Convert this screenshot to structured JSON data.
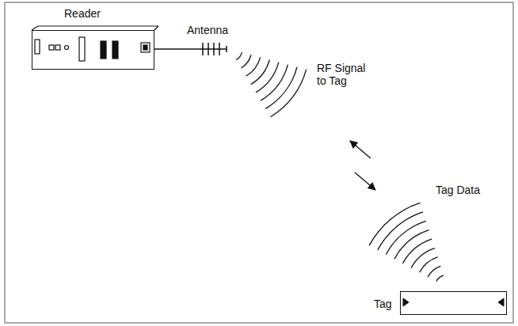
{
  "diagram": {
    "nodes": [
      {
        "text": [
          "Reader"
        ]
      },
      {
        "text": [
          "Tag"
        ]
      }
    ],
    "labels": [
      "Antenna",
      "RF Signal to Tag",
      "Tag Data"
    ]
  }
}
